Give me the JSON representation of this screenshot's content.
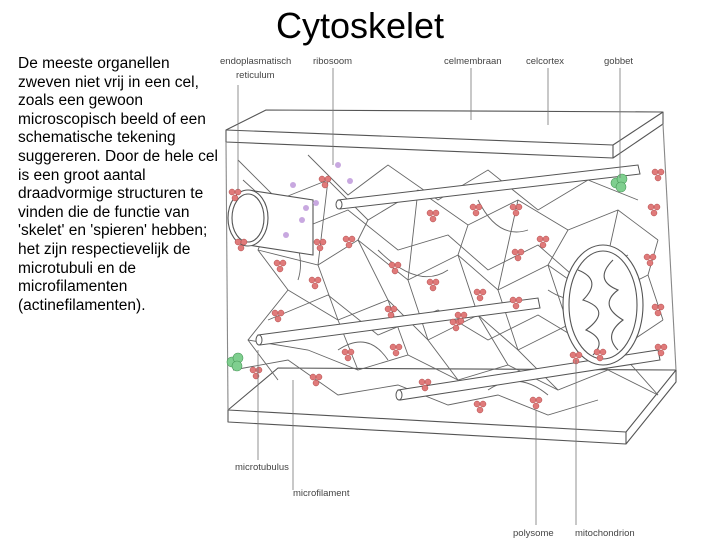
{
  "slide": {
    "title": "Cytoskelet",
    "body": "De meeste organellen zweven niet vrij in een cel, zoals een gewoon microscopisch beeld of een schematische tekening suggereren. Door de hele cel is een groot aantal draadvormige structuren te vinden die de functie van 'skelet' en 'spieren' hebben; het zijn respectievelijk de microtubuli en de microfilamenten (actinefilamenten)."
  },
  "figure": {
    "labels": {
      "er_line1": "endoplasmatisch",
      "er_line2": "reticulum",
      "ribosoom": "ribosoom",
      "celmembraan": "celmembraan",
      "celcortex": "celcortex",
      "gobbet": "gobbet",
      "microtubulus": "microtubulus",
      "microfilament": "microfilament",
      "polysome": "polysome",
      "mitochondrion": "mitochondrion"
    },
    "colors": {
      "line": "#555555",
      "polysome": "#e07a7a",
      "polysome_center": "#f4b0b0",
      "gobbet": "#7fcf8f",
      "ribosome": "#c8a8e0"
    }
  }
}
